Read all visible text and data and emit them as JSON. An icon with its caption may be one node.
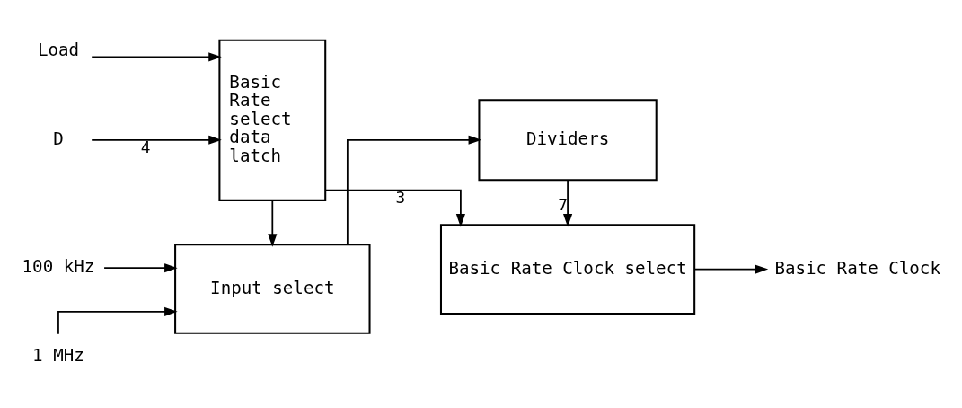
{
  "diagram": {
    "nodes": [
      {
        "text": [
          "100 kHz"
        ]
      },
      {
        "text": [
          "Input select"
        ]
      },
      {
        "text": [
          "Dividers"
        ]
      },
      {
        "text": [
          "1 MHz"
        ]
      },
      {
        "text": [
          "Load"
        ]
      },
      {
        "text": [
          "Basic Rate select data latch"
        ]
      },
      {
        "text": [
          "D"
        ]
      },
      {
        "text": [
          "Basic Rate Clock select"
        ]
      },
      {
        "text": [
          "Basic Rate Clock"
        ]
      }
    ],
    "edges": [
      {
        "from": 0,
        "to": 1,
        "arrow": "to"
      },
      {
        "from": 3,
        "to": 1,
        "arrow": "to"
      },
      {
        "from": 1,
        "to": 2,
        "arrow": "to"
      },
      {
        "from": 2,
        "to": 7,
        "label": "7",
        "arrow": "to"
      },
      {
        "from": 4,
        "to": 5,
        "arrow": "to"
      },
      {
        "from": 6,
        "to": 5,
        "label": "4",
        "arrow": "to"
      },
      {
        "from": 5,
        "to": 1,
        "arrow": "to"
      },
      {
        "from": 5,
        "to": 7,
        "label": "3",
        "arrow": "to"
      },
      {
        "from": 7,
        "to": 8,
        "arrow": "to"
      }
    ]
  }
}
